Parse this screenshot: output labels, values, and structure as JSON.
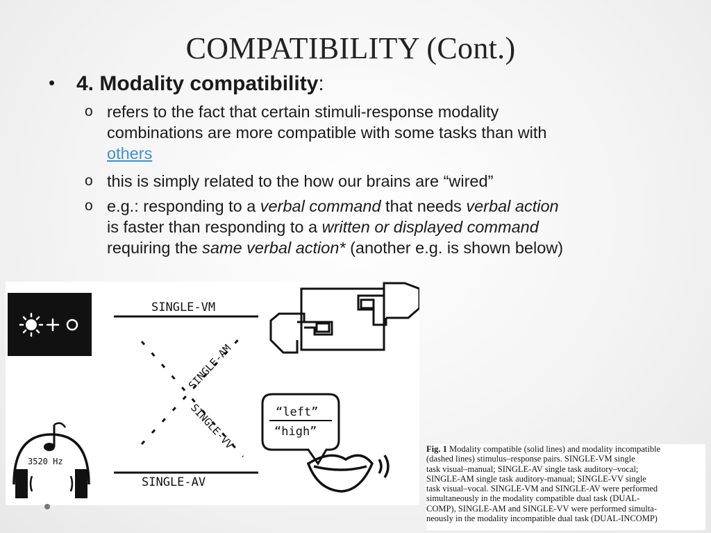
{
  "title": "COMPATIBILITY (Cont.)",
  "bullet": {
    "marker": "•",
    "heading": "4. Modality compatibility",
    "colon": ":"
  },
  "subbullets": {
    "marker": "o",
    "item1": {
      "line1": "refers to the fact that certain stimuli-response modality",
      "line2": "combinations are more compatible with some tasks than with",
      "link": "others"
    },
    "item2": {
      "line1": "this is simply related to the how our brains are “wired”"
    },
    "item3": {
      "l1_a": "e.g.: responding to a ",
      "l1_b": "verbal command",
      "l1_c": " that needs ",
      "l1_d": "verbal action",
      "l2_a": "is faster than responding to a ",
      "l2_b": "written or displayed command",
      "l3_a": "requiring the ",
      "l3_b": "same verbal action*",
      "l3_c": " (another e.g. is shown below)"
    }
  },
  "figure": {
    "label_single_vm": "SINGLE-VM",
    "label_single_av": "SINGLE-AV",
    "label_single_am": "SINGLE-AM",
    "label_single_vv": "SINGLE-VV",
    "speech_left": "“left”",
    "speech_high": "“high”",
    "headphone_freq": "3520 Hz",
    "icons": [
      "light-stimulus-icon",
      "headphones-icon",
      "hands-on-keys-icon",
      "speaking-mouth-icon",
      "music-note-icon"
    ]
  },
  "caption": {
    "fig_label": "Fig. 1",
    "lines": [
      "Modality compatible (solid lines) and modality incompatible",
      "(dashed lines) stimulus–response pairs. SINGLE-VM single",
      "task visual–manual; SINGLE-AV single task auditory–vocal;",
      "SINGLE-AM single task auditory-manual; SINGLE-VV single",
      "task visual–vocal. SINGLE-VM and SINGLE-AV were performed",
      "simultaneously in the modality compatible dual task (DUAL-",
      "COMP), SINGLE-AM and SINGLE-VV were performed simulta-",
      "neously in the modality incompatible dual task (DUAL-INCOMP)"
    ]
  }
}
